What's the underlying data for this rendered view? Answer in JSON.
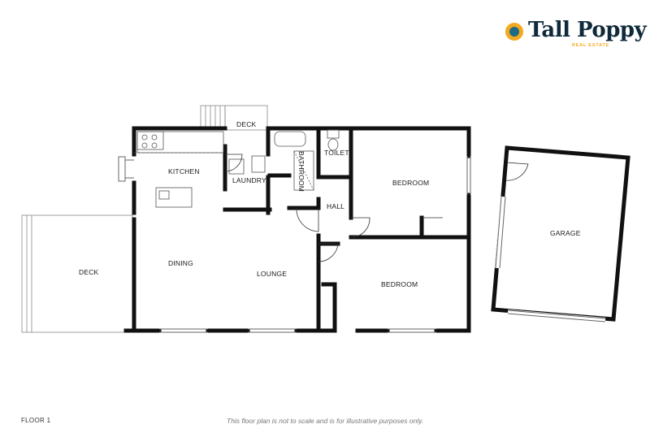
{
  "brand": {
    "name": "Tall Poppy",
    "tagline": "REAL ESTATE",
    "colors": {
      "orange": "#f4a81d",
      "teal": "#1d6a86",
      "navy": "#0f2a3a"
    }
  },
  "rooms": {
    "deck_top": "DECK",
    "kitchen": "KITCHEN",
    "laundry": "LAUNDRY",
    "bathroom": "BATHROOM",
    "toilet": "TOILET",
    "hall": "HALL",
    "bedroom_1": "BEDROOM",
    "bedroom_2": "BEDROOM",
    "dining": "DINING",
    "lounge": "LOUNGE",
    "deck_left": "DECK",
    "garage": "GARAGE"
  },
  "footer": {
    "floor": "FLOOR 1",
    "disclaimer": "This floor plan is not to scale and is for illustrative purposes only."
  }
}
